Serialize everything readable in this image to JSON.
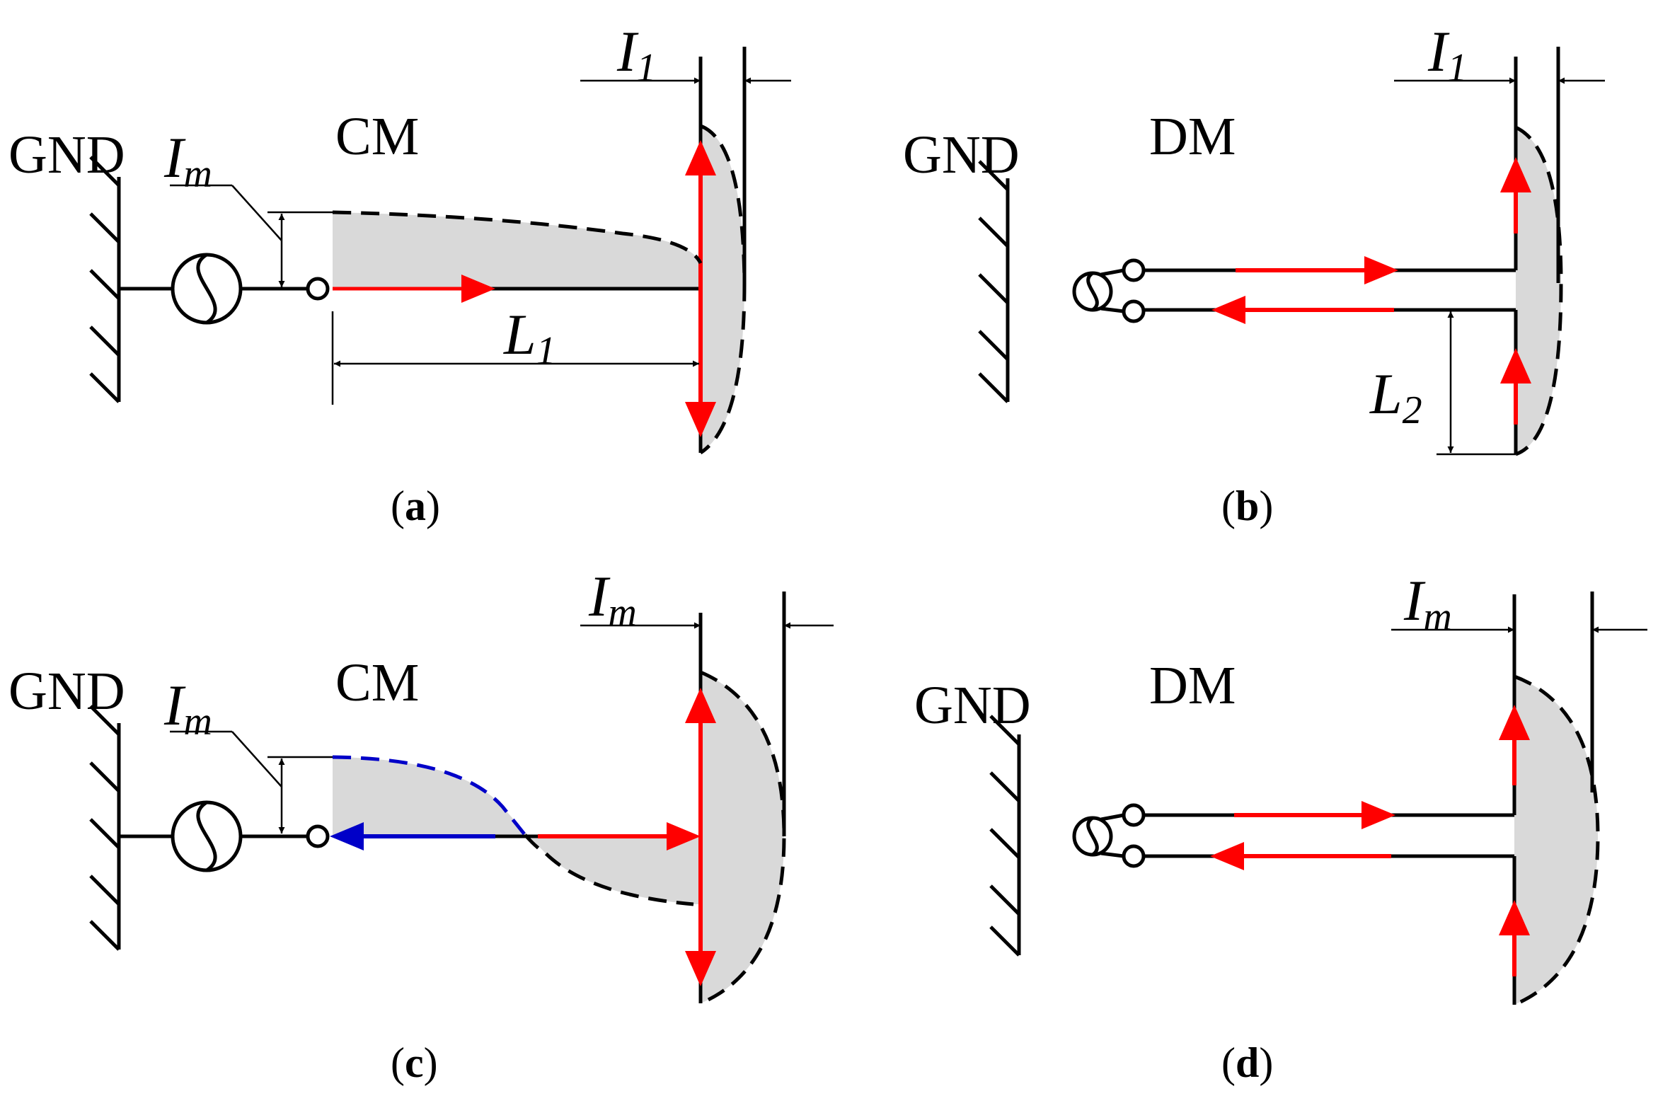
{
  "colors": {
    "current_forward": "#ff0000",
    "current_reverse": "#0000c8",
    "field_shade": "#d9d9d9",
    "line": "#000000"
  },
  "panels": {
    "a": {
      "mode": "CM",
      "ground": "GND",
      "im": {
        "I": "I",
        "sub": "m"
      },
      "top": {
        "I": "I",
        "sub": "1"
      },
      "length": {
        "L": "L",
        "sub": "1"
      },
      "caption": {
        "open": "(",
        "letter": "a",
        "close": ")"
      }
    },
    "b": {
      "mode": "DM",
      "ground": "GND",
      "top": {
        "I": "I",
        "sub": "1"
      },
      "length": {
        "L": "L",
        "sub": "2"
      },
      "caption": {
        "open": "(",
        "letter": "b",
        "close": ")"
      }
    },
    "c": {
      "mode": "CM",
      "ground": "GND",
      "im": {
        "I": "I",
        "sub": "m"
      },
      "top": {
        "I": "I",
        "sub": "m"
      },
      "caption": {
        "open": "(",
        "letter": "c",
        "close": ")"
      }
    },
    "d": {
      "mode": "DM",
      "ground": "GND",
      "top": {
        "I": "I",
        "sub": "m"
      },
      "caption": {
        "open": "(",
        "letter": "d",
        "close": ")"
      }
    }
  }
}
